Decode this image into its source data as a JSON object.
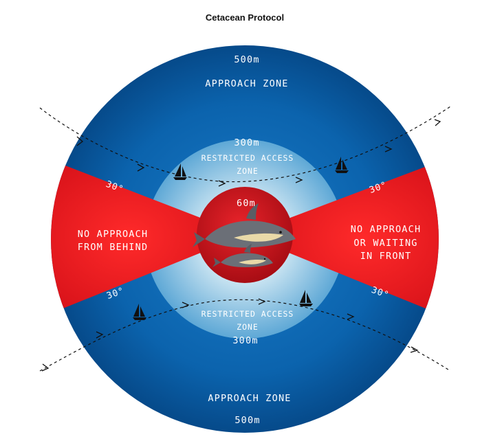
{
  "title": "Cetacean Protocol",
  "zones": {
    "outer_top_distance": "500m",
    "outer_top_label": "APPROACH ZONE",
    "outer_bottom_label": "APPROACH ZONE",
    "outer_bottom_distance": "500m",
    "middle_top_distance": "300m",
    "middle_top_label_line1": "RESTRICTED ACCESS",
    "middle_top_label_line2": "ZONE",
    "middle_bottom_label_line1": "RESTRICTED ACCESS",
    "middle_bottom_label_line2": "ZONE",
    "middle_bottom_distance": "300m",
    "inner_distance": "60m"
  },
  "sectors": {
    "left_line1": "NO APPROACH",
    "left_line2": "FROM BEHIND",
    "right_line1": "NO APPROACH",
    "right_line2": "OR WAITING",
    "right_line3": "IN FRONT",
    "angle_left_top": "30°",
    "angle_left_bottom": "30°",
    "angle_right_top": "30°",
    "angle_right_bottom": "30°"
  },
  "colors": {
    "approach_zone": "#0a5ea8",
    "restricted_zone": "#8cc3e0",
    "no_approach": "#e0151d",
    "inner_zone": "#d4141c"
  },
  "icons": [
    "sailboat-icon",
    "dolphin-icon",
    "route-arrow-icon"
  ]
}
